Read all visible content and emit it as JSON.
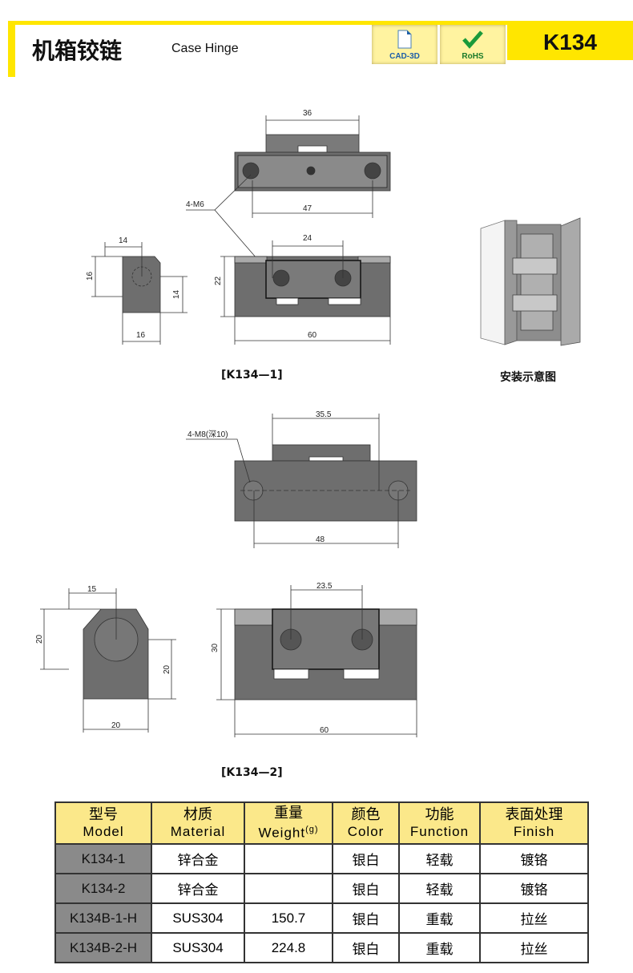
{
  "header": {
    "title_cn": "机箱铰链",
    "title_en": "Case Hinge",
    "badges": [
      {
        "label": "CAD-3D",
        "icon": "document-icon"
      },
      {
        "label": "RoHS",
        "icon": "checkmark-icon"
      }
    ],
    "code": "K134"
  },
  "drawing1": {
    "dims": {
      "top_width": "36",
      "hole_spacing": "47",
      "thread": "4-M6",
      "front_hole_spacing": "24",
      "height": "22",
      "length": "60",
      "side_top": "14",
      "side_left": "16",
      "side_right": "14",
      "side_bottom": "16"
    },
    "caption": "[K134—1]",
    "install_caption": "安装示意图"
  },
  "drawing2": {
    "dims": {
      "top_width": "35.5",
      "thread": "4-M8(深10)",
      "hole_spacing": "48",
      "front_hole_spacing": "23.5",
      "height": "30",
      "length": "60",
      "side_top": "15",
      "side_left": "20",
      "side_right": "20",
      "side_bottom": "20"
    },
    "caption": "[K134—2]"
  },
  "table": {
    "headers": [
      {
        "cn": "型号",
        "en": "Model"
      },
      {
        "cn": "材质",
        "en": "Material"
      },
      {
        "cn": "重量",
        "en": "Weight",
        "unit": "(g)"
      },
      {
        "cn": "颜色",
        "en": "Color"
      },
      {
        "cn": "功能",
        "en": "Function"
      },
      {
        "cn": "表面处理",
        "en": "Finish"
      }
    ],
    "rows": [
      [
        "K134-1",
        "锌合金",
        "",
        "银白",
        "轻载",
        "镀铬"
      ],
      [
        "K134-2",
        "锌合金",
        "",
        "银白",
        "轻载",
        "镀铬"
      ],
      [
        "K134B-1-H",
        "SUS304",
        "150.7",
        "银白",
        "重载",
        "拉丝"
      ],
      [
        "K134B-2-H",
        "SUS304",
        "224.8",
        "银白",
        "重载",
        "拉丝"
      ]
    ]
  }
}
